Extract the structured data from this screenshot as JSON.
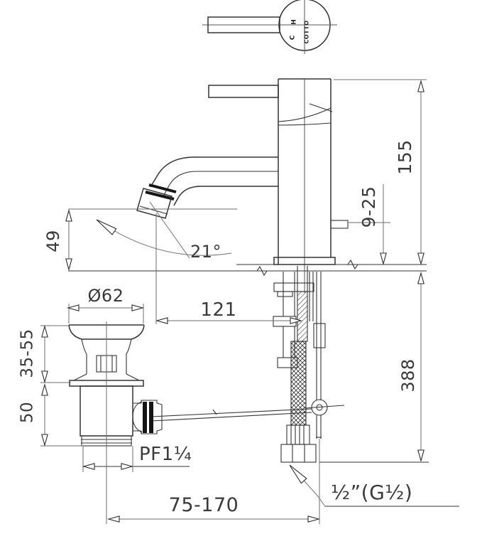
{
  "colors": {
    "background": "#ffffff",
    "ink": "#333333",
    "dim": "#6e6e6e",
    "ref": "#9a9a9a"
  },
  "top_view": {
    "hot": "H",
    "cold": "C",
    "brand": "COTTO"
  },
  "dimensions": {
    "height_above_deck": "155",
    "deck_thickness_range": "9-25",
    "spout_outlet_height": "49",
    "spout_swing_angle": "21°",
    "spout_reach": "121",
    "depth_below_deck": "388",
    "popup_flange_diameter": "Ø62",
    "popup_height_range": "35-55",
    "popup_body_height": "50",
    "waste_thread": "PF1¼",
    "rod_offset_range": "75-170",
    "supply_thread": "½”(G½)"
  }
}
